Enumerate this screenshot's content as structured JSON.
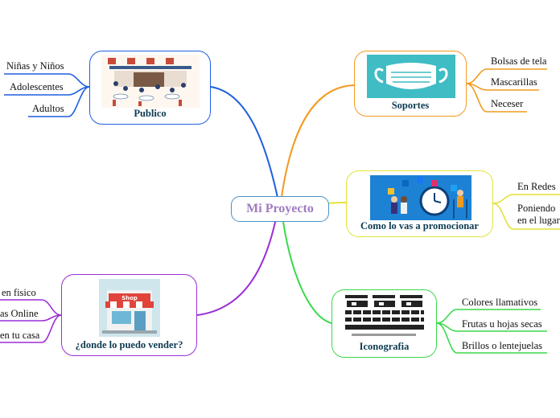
{
  "center": {
    "label": "Mi Proyecto"
  },
  "branches": {
    "publico": {
      "label": "Publico",
      "color": "#1f5fe0",
      "image": "cafe-terrace-illustration",
      "items": [
        "Niñas y Niños",
        "Adolescentes",
        "Adultos"
      ]
    },
    "soportes": {
      "label": "Soportes",
      "color": "#f29a1f",
      "image": "face-mask-icon",
      "items": [
        "Bolsas de tela",
        "Mascarillas",
        "Neceser"
      ]
    },
    "promocion": {
      "label": "Como lo vas a promocionar",
      "color": "#e3e23a",
      "image": "social-media-clock-illustration",
      "items": [
        "En Redes",
        "Poniendo\nen el lugar"
      ]
    },
    "vender": {
      "label": "¿donde lo puedo vender?",
      "color": "#9b2fd6",
      "image": "shop-storefront-icon",
      "shop_sign": "Shop",
      "items": [
        "en fisico",
        "as Online",
        "en tu casa"
      ]
    },
    "iconografia": {
      "label": "Iconografia",
      "color": "#39d94a",
      "image": "font-glyph-sheet",
      "items": [
        "Colores llamativos",
        "Frutas u hojas secas",
        "Brillos o lentejuelas"
      ]
    }
  }
}
